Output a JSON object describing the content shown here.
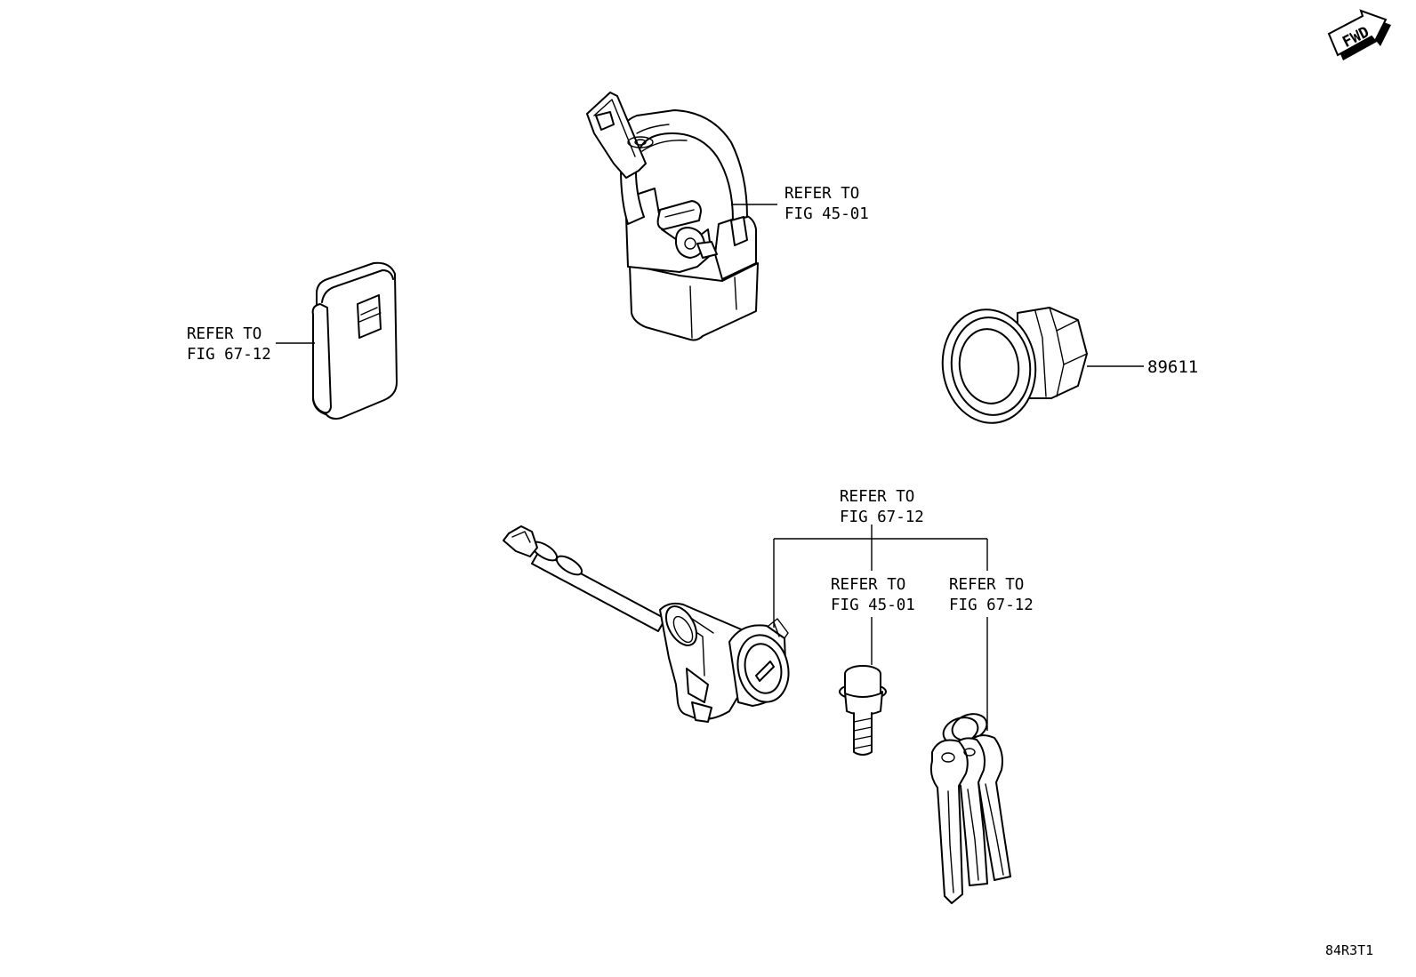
{
  "fwd_badge": "FWD",
  "drawing_code": "84R3T1",
  "callouts": {
    "ignition_switch": {
      "line1": "REFER TO",
      "line2": "FIG 45-01"
    },
    "remote_fob": {
      "line1": "REFER TO",
      "line2": "FIG 67-12"
    },
    "cover_part": {
      "part_number": "89611"
    },
    "cylinder_group": {
      "line1": "REFER TO",
      "line2": "FIG 67-12"
    },
    "screw": {
      "line1": "REFER TO",
      "line2": "FIG 45-01"
    },
    "keys": {
      "line1": "REFER TO",
      "line2": "FIG 67-12"
    }
  }
}
